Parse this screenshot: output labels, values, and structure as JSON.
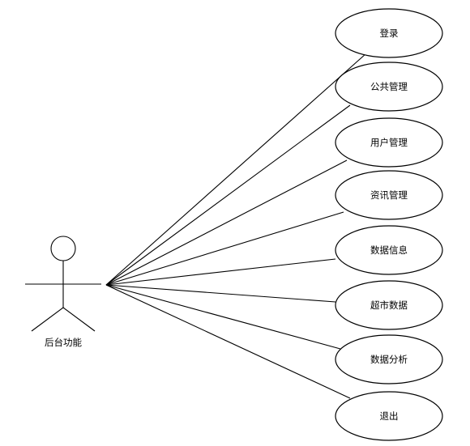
{
  "actor": {
    "name": "后台功能"
  },
  "use_cases": [
    {
      "label": "登录"
    },
    {
      "label": "公共管理"
    },
    {
      "label": "用户管理"
    },
    {
      "label": "资讯管理"
    },
    {
      "label": "数据信息"
    },
    {
      "label": "超市数据"
    },
    {
      "label": "数据分析"
    },
    {
      "label": "退出"
    }
  ],
  "colors": {
    "line": "#000000",
    "fill": "#ffffff"
  }
}
